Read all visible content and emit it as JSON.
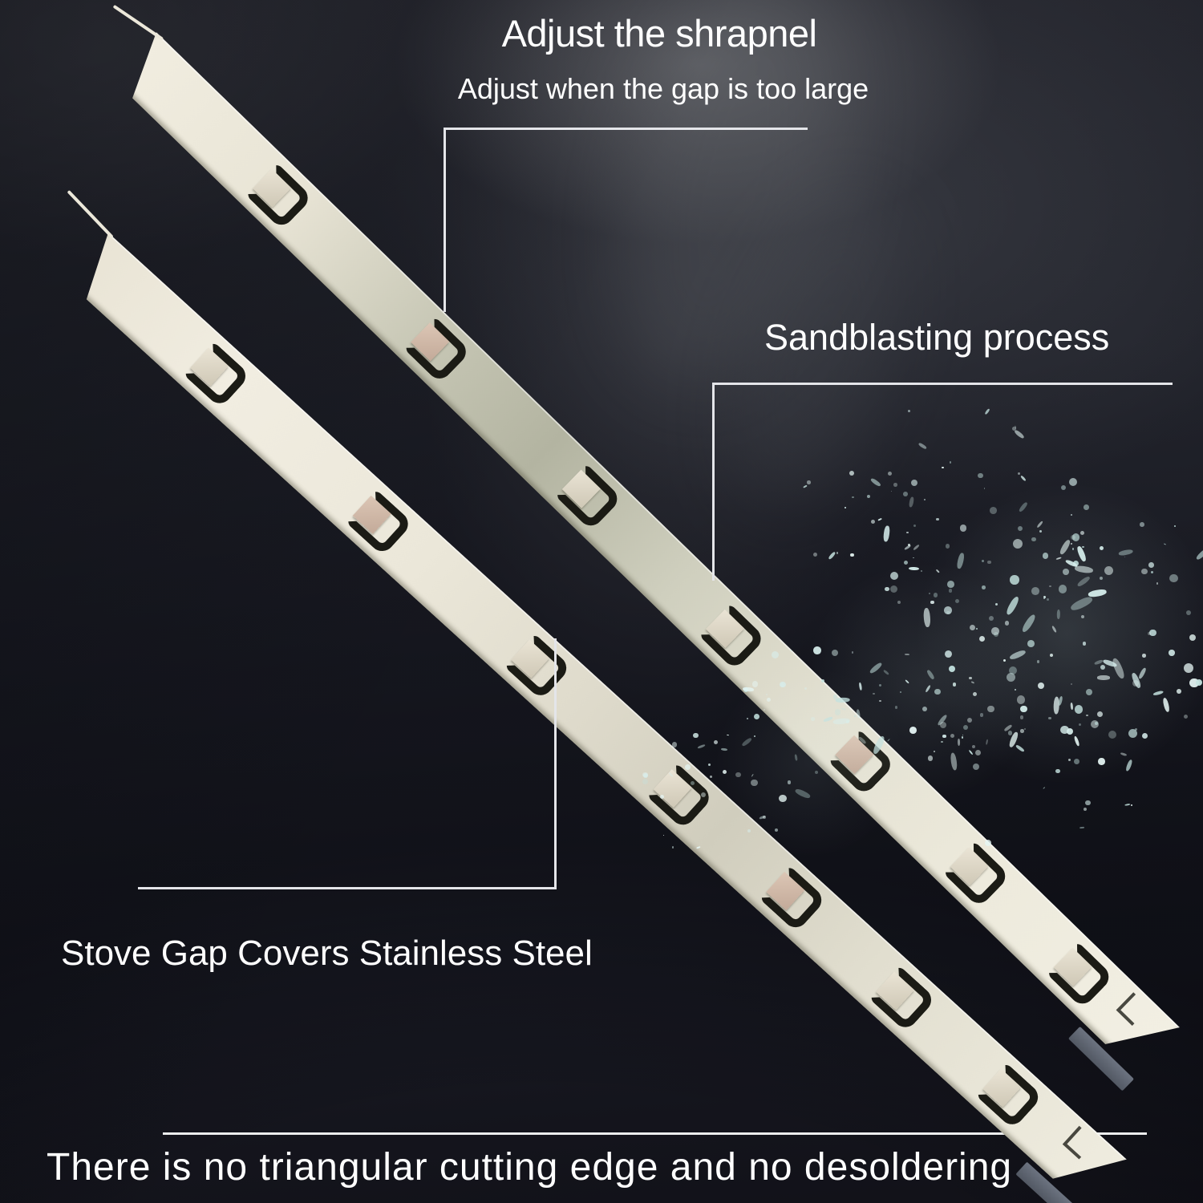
{
  "annotations": {
    "top_title": "Adjust the shrapnel",
    "top_subtitle": "Adjust when the gap is too large",
    "sandblasting_label": "Sandblasting process",
    "product_label": "Stove Gap Covers Stainless Steel",
    "bottom_caption": "There is no triangular cutting edge and no desoldering"
  },
  "product": {
    "strip_count": 2,
    "strips": [
      {
        "name": "upper gap cover strip",
        "clip_count": 7
      },
      {
        "name": "lower gap cover strip",
        "clip_count": 7
      }
    ]
  },
  "colors": {
    "background_light": "#93959c",
    "background_dark": "#14151d",
    "strip_cream": "#ece8db",
    "strip_shade": "#b9b9a6",
    "clip_cutout": "#1b1b15",
    "end_hook_gray": "#5d6470",
    "water_splash": "#d5eeec",
    "text": "#ffffff",
    "callout_line": "#e4e5e9"
  }
}
